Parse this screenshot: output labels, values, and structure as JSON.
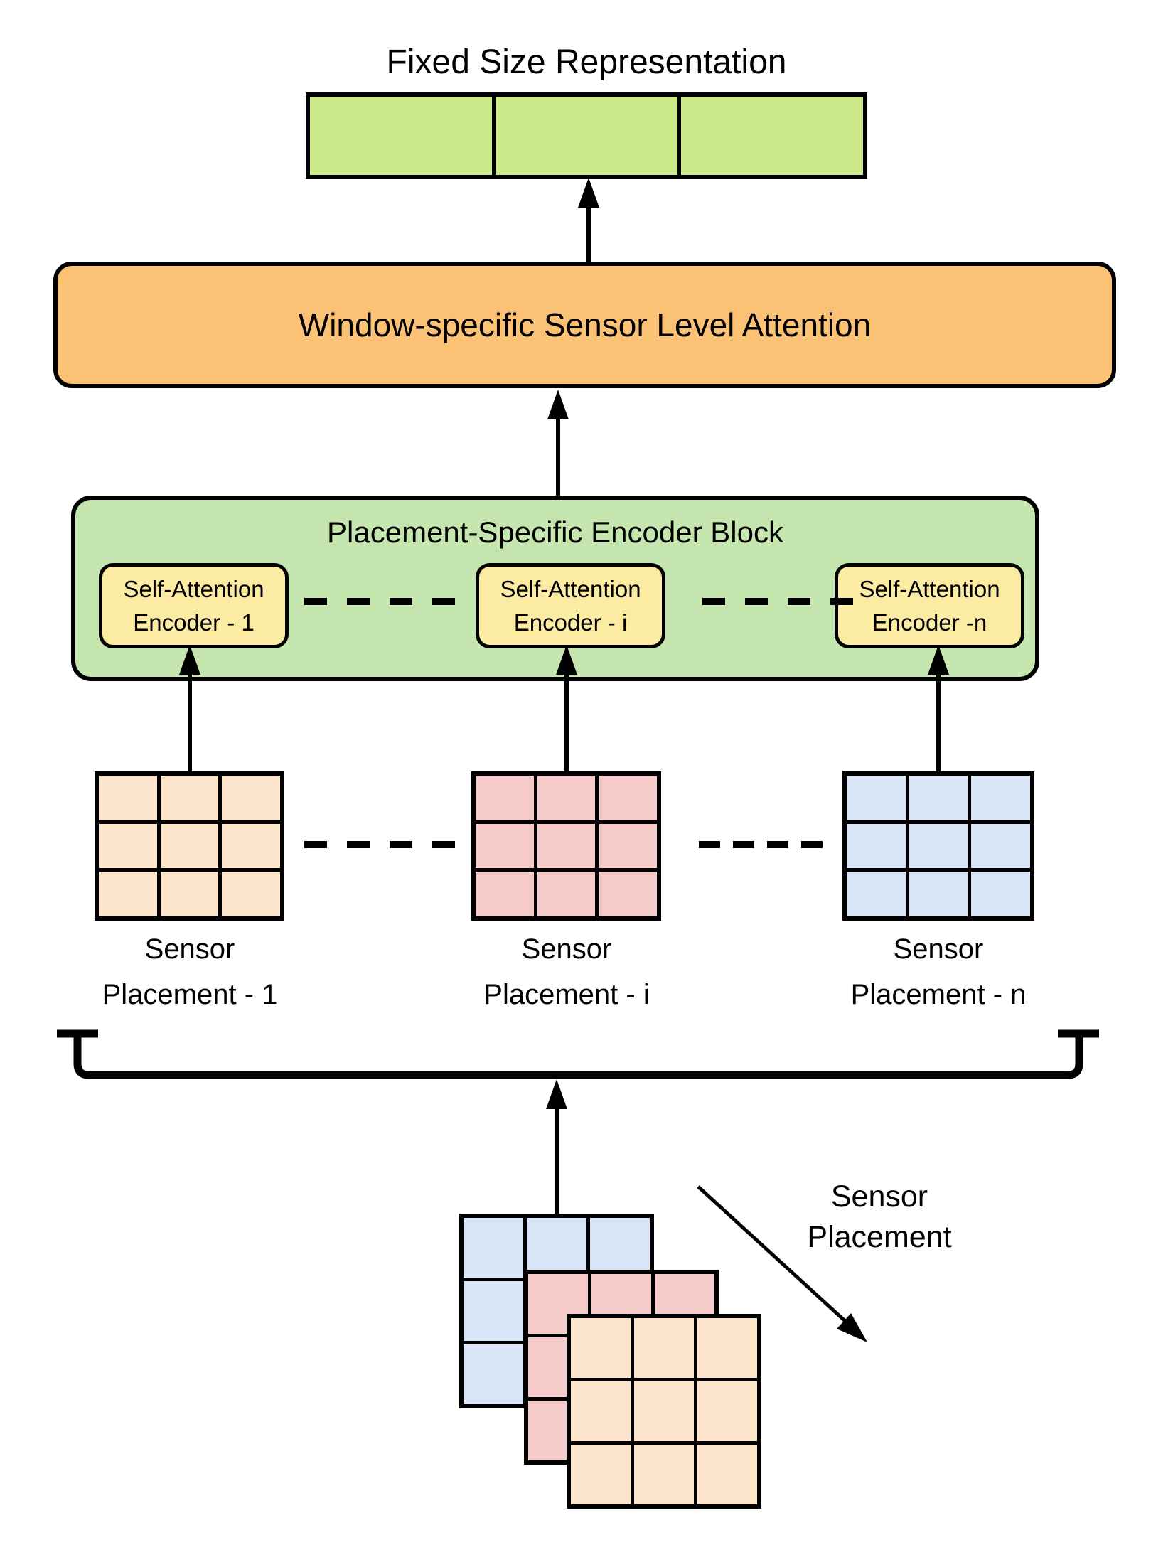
{
  "diagram_title": "Fixed Size Representation",
  "attention": {
    "label": "Window-specific Sensor Level Attention"
  },
  "encoder_block": {
    "title": "Placement-Specific Encoder Block",
    "encoders": [
      {
        "line1": "Self-Attention",
        "line2": "Encoder - 1"
      },
      {
        "line1": "Self-Attention",
        "line2": "Encoder - i"
      },
      {
        "line1": "Self-Attention",
        "line2": "Encoder -n"
      }
    ]
  },
  "placements": [
    {
      "line1": "Sensor",
      "line2": "Placement - 1",
      "color": "#fde5cc"
    },
    {
      "line1": "Sensor",
      "line2": "Placement - i",
      "color": "#f5cbc9"
    },
    {
      "line1": "Sensor",
      "line2": "Placement - n",
      "color": "#d8e5f7"
    }
  ],
  "input_stack": {
    "line1": "Sensor",
    "line2": "Placement",
    "layer_colors": [
      "#d8e5f7",
      "#f5cbc9",
      "#fde5cc"
    ]
  },
  "representation": {
    "cell_count": 3,
    "color": "#cce98b"
  },
  "colors": {
    "bar_green": "#cce98b",
    "attention_orange": "#fbc275",
    "encoder_block_green": "#c5e6ae",
    "encoder_box_yellow": "#fbeba3",
    "placement_peach": "#fde5cc",
    "placement_pink": "#f5cbc9",
    "placement_blue": "#d8e5f7",
    "line": "#000000",
    "background": "#ffffff"
  }
}
